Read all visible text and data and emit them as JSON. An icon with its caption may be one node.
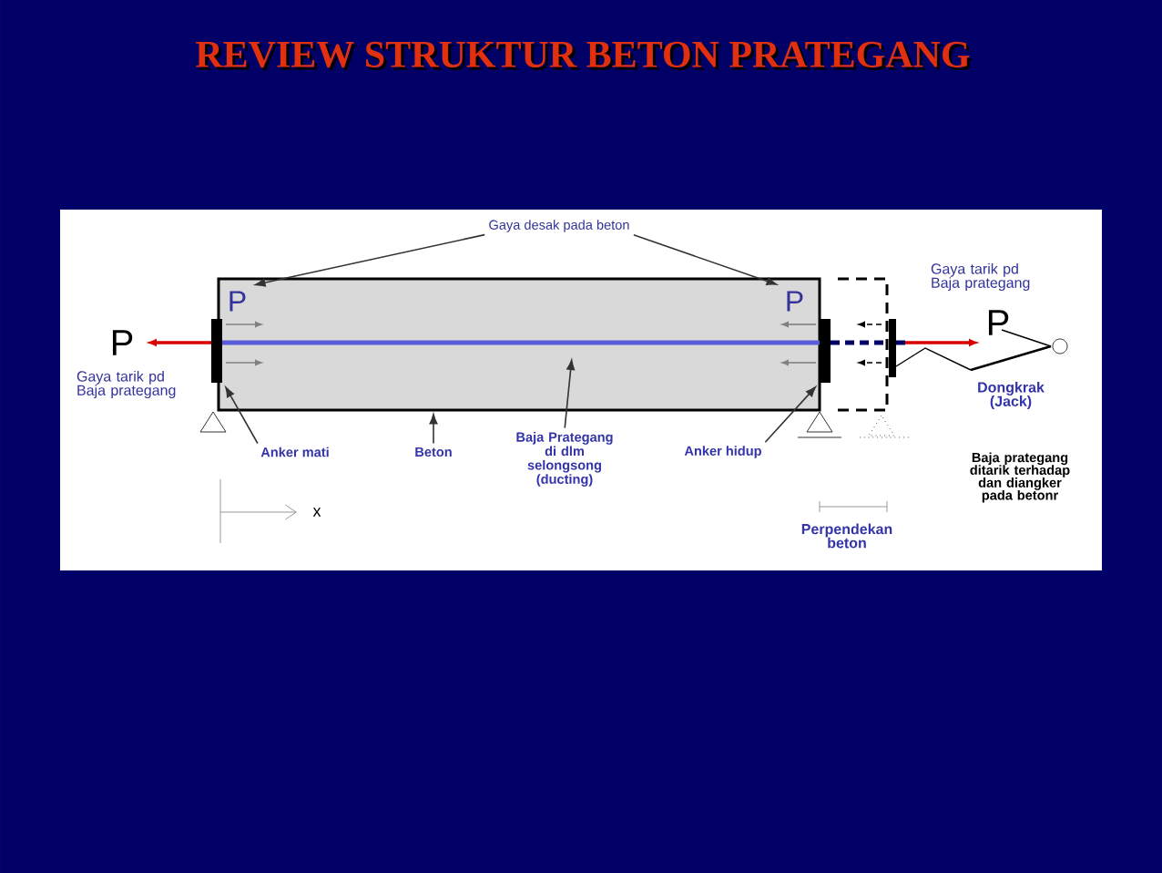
{
  "diagram": {
    "title": "REVIEW STRUKTUR BETON PRATEGANG",
    "nodes": [
      {
        "text": [
          "Gaya desak pada beton"
        ]
      },
      {
        "text": [],
        "shape": "box"
      },
      {
        "text": [
          "P"
        ],
        "in": 1
      },
      {
        "text": [
          "P"
        ],
        "in": 1
      },
      {
        "text": [
          "Anker mati"
        ]
      },
      {
        "text": [
          "Beton"
        ]
      },
      {
        "text": [
          "Baja Prategang di dlm selongsong (ducting)"
        ]
      },
      {
        "text": [
          "Anker hidup"
        ]
      },
      {
        "text": [],
        "shape": "bar"
      },
      {
        "text": [],
        "shape": "bar"
      }
    ],
    "edges": [
      {
        "from": 0,
        "to": 2,
        "arrow": "to"
      },
      {
        "from": 0,
        "to": 3,
        "arrow": "to"
      },
      {
        "from": 4,
        "to": 8,
        "arrow": "to"
      },
      {
        "from": 5,
        "to": 1,
        "arrow": "to"
      },
      {
        "from": 6,
        "to": null,
        "arrow": "to"
      },
      {
        "from": 7,
        "to": 9,
        "arrow": "to"
      }
    ],
    "labels": [
      "Gaya tarik pd Baja prategang",
      "P",
      "P",
      "Gaya tarik pd Baja prategang",
      "Dongkrak (Jack)",
      "Baja prategang ditarik terhadap dan diangker pada betonr",
      "x",
      "Perpendekan beton"
    ]
  }
}
